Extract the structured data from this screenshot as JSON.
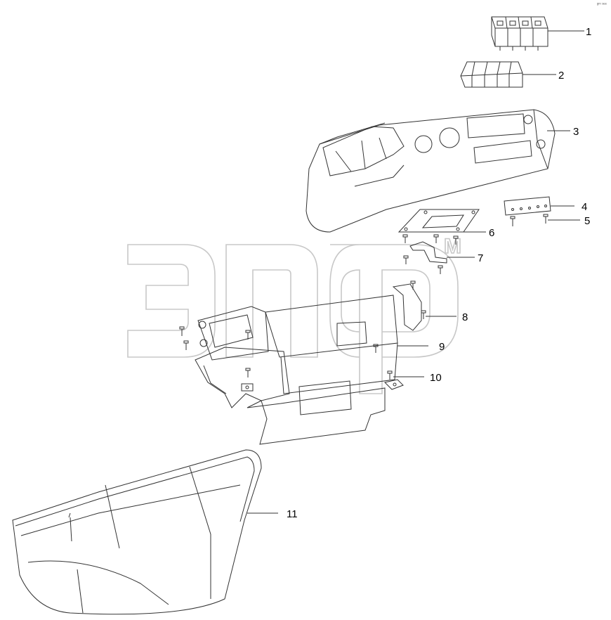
{
  "corner_mark": "ᵍᵐ ˢᵉᵉ",
  "watermark": {
    "logo_text": "эпф",
    "trademark": "M"
  },
  "callouts": [
    {
      "id": "1",
      "label": "1"
    },
    {
      "id": "2",
      "label": "2"
    },
    {
      "id": "3",
      "label": "3"
    },
    {
      "id": "4",
      "label": "4"
    },
    {
      "id": "5",
      "label": "5"
    },
    {
      "id": "6",
      "label": "6"
    },
    {
      "id": "7",
      "label": "7"
    },
    {
      "id": "8",
      "label": "8"
    },
    {
      "id": "9",
      "label": "9"
    },
    {
      "id": "10",
      "label": "10"
    },
    {
      "id": "11",
      "label": "11"
    }
  ],
  "colors": {
    "line": "#333333",
    "watermark": "#c8c8c8",
    "text": "#000000"
  }
}
